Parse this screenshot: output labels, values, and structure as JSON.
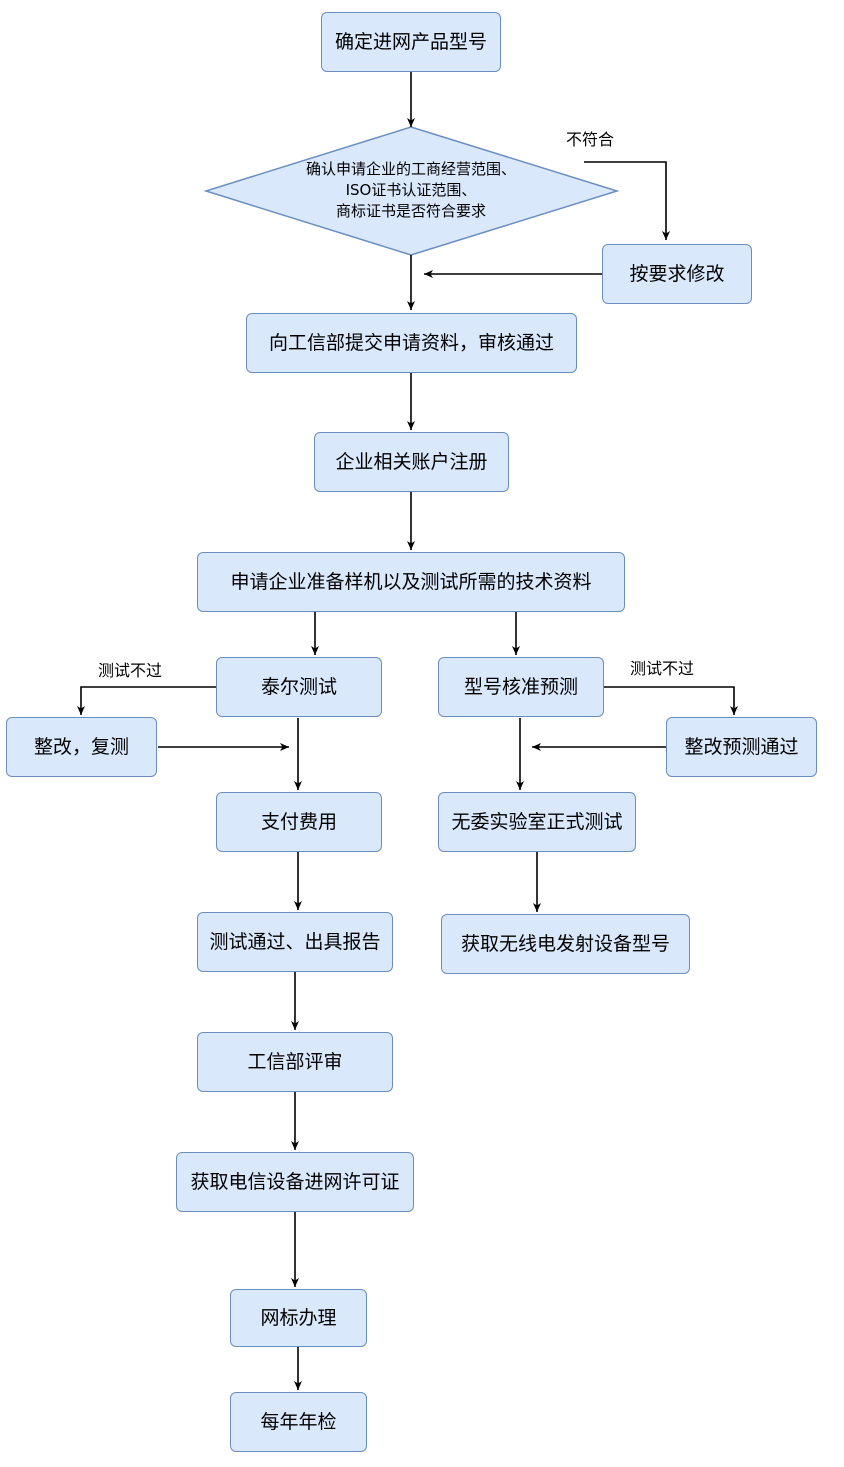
{
  "nodes": {
    "start": "确定进网产品型号",
    "decision": [
      "确认申请企业的工商经营范围、",
      "ISO证书认证范围、",
      "商标证书是否符合要求"
    ],
    "modify": "按要求修改",
    "submit": "向工信部提交申请资料，审核通过",
    "register": "企业相关账户注册",
    "prepare": "申请企业准备样机以及测试所需的技术资料",
    "telecom_test": "泰尔测试",
    "rectify_retest": "整改，复测",
    "pay": "支付费用",
    "report": "测试通过、出具报告",
    "miit_review": "工信部评审",
    "license": "获取电信设备进网许可证",
    "net_label": "网标办理",
    "annual": "每年年检",
    "pretest": "型号核准预测",
    "rectify_pretest": "整改预测通过",
    "srrc_test": "无委实验室正式测试",
    "radio_model": "获取无线电发射设备型号"
  },
  "edge_labels": {
    "not_compliant": "不符合",
    "test_failed_left": "测试不过",
    "test_failed_right": "测试不过"
  },
  "colors": {
    "node_fill": "#dae8fc",
    "node_border": "#6c8ebf",
    "line": "#000000"
  }
}
